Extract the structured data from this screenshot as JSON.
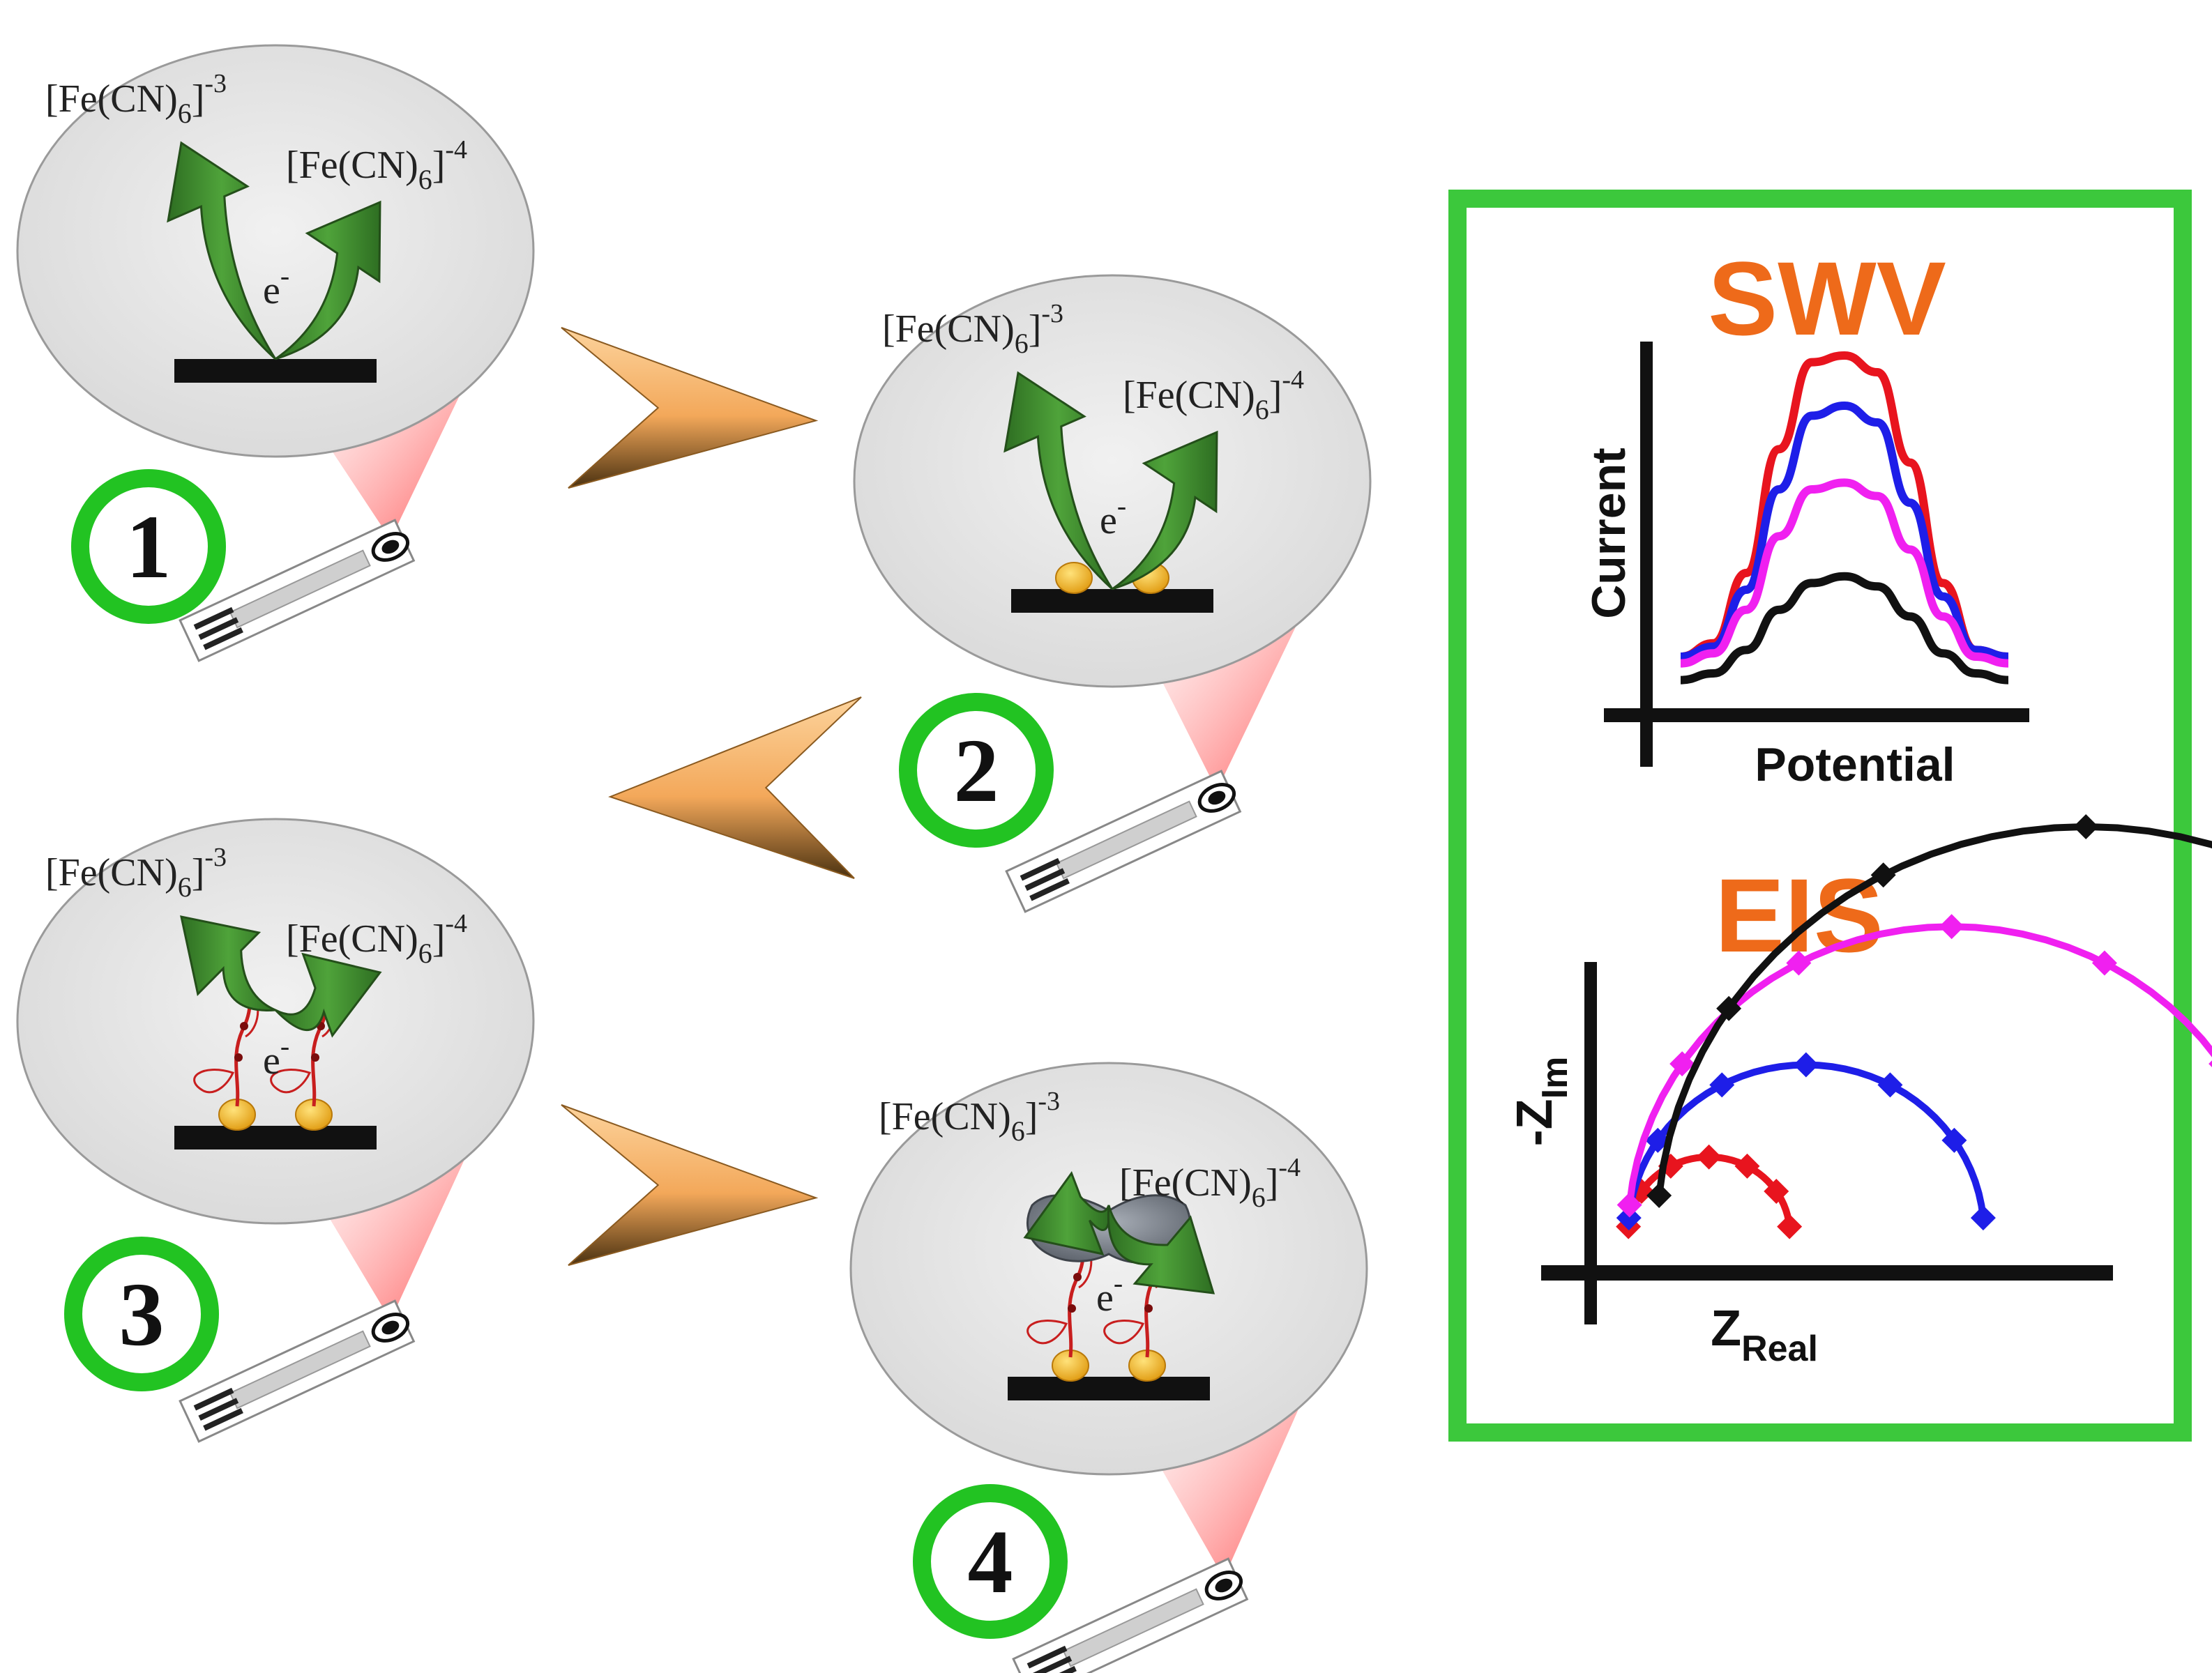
{
  "steps": [
    {
      "number": "1",
      "left_species": "[Fe(CN)",
      "left_sub": "6",
      "left_sup": "-3",
      "right_species": "[Fe(CN)",
      "right_sub": "6",
      "right_sup": "-4",
      "electron": "e",
      "electron_sup": "-",
      "surface": "bare"
    },
    {
      "number": "2",
      "left_species": "[Fe(CN)",
      "left_sub": "6",
      "left_sup": "-3",
      "right_species": "[Fe(CN)",
      "right_sub": "6",
      "right_sup": "-4",
      "electron": "e",
      "electron_sup": "-",
      "surface": "nanoparticles"
    },
    {
      "number": "3",
      "left_species": "[Fe(CN)",
      "left_sub": "6",
      "left_sup": "-3",
      "right_species": "[Fe(CN)",
      "right_sub": "6",
      "right_sup": "-4",
      "electron": "e",
      "electron_sup": "-",
      "surface": "probe"
    },
    {
      "number": "4",
      "left_species": "[Fe(CN)",
      "left_sub": "6",
      "left_sup": "-3",
      "right_species": "[Fe(CN)",
      "right_sub": "6",
      "right_sup": "-4",
      "electron": "e",
      "electron_sup": "-",
      "surface": "target-bound"
    }
  ],
  "colors": {
    "bubble_fill": "#e6e6e6",
    "arrow_green": "#3f8f2e",
    "step_ring": "#22c322",
    "panel_border": "#3cc83c",
    "flow_arrow": "#f2b06a",
    "title_orange": "#ee6a1a",
    "nanoparticle": "#f2b519",
    "probe_red": "#c81e1e",
    "cone_red": "#ff3030"
  },
  "panel": {
    "swv": {
      "title": "SWV",
      "xlabel": "Potential",
      "ylabel": "Current"
    },
    "eis": {
      "title": "EIS",
      "xlabel_main": "Z",
      "xlabel_sub": "Real",
      "ylabel_main": "-Z",
      "ylabel_sub": "Im"
    }
  },
  "chart_data": [
    {
      "type": "line",
      "title": "SWV",
      "xlabel": "Potential",
      "ylabel": "Current",
      "x": [
        0,
        1,
        2,
        3,
        4,
        5,
        6,
        7,
        8,
        9,
        10
      ],
      "series": [
        {
          "color": "#e8141e",
          "values": [
            0.1,
            0.14,
            0.35,
            0.72,
            0.98,
            1.0,
            0.95,
            0.68,
            0.32,
            0.12,
            0.1
          ]
        },
        {
          "color": "#1e1ee8",
          "values": [
            0.1,
            0.13,
            0.3,
            0.6,
            0.82,
            0.85,
            0.8,
            0.56,
            0.28,
            0.12,
            0.1
          ]
        },
        {
          "color": "#f020f0",
          "values": [
            0.08,
            0.11,
            0.24,
            0.46,
            0.6,
            0.62,
            0.58,
            0.42,
            0.22,
            0.1,
            0.08
          ]
        },
        {
          "color": "#111111",
          "values": [
            0.03,
            0.05,
            0.12,
            0.24,
            0.32,
            0.34,
            0.31,
            0.22,
            0.11,
            0.05,
            0.03
          ]
        }
      ]
    },
    {
      "type": "scatter",
      "title": "EIS",
      "xlabel": "Z Real",
      "ylabel": "-Z Im",
      "series": [
        {
          "color": "#e8141e",
          "radius": 0.5,
          "start": 0.02
        },
        {
          "color": "#1e1ee8",
          "radius": 1.1,
          "start": 0.02
        },
        {
          "color": "#f020f0",
          "radius": 2.0,
          "start": 0.02
        },
        {
          "color": "#111111",
          "radius": 2.65,
          "start": 0.2
        }
      ]
    }
  ]
}
